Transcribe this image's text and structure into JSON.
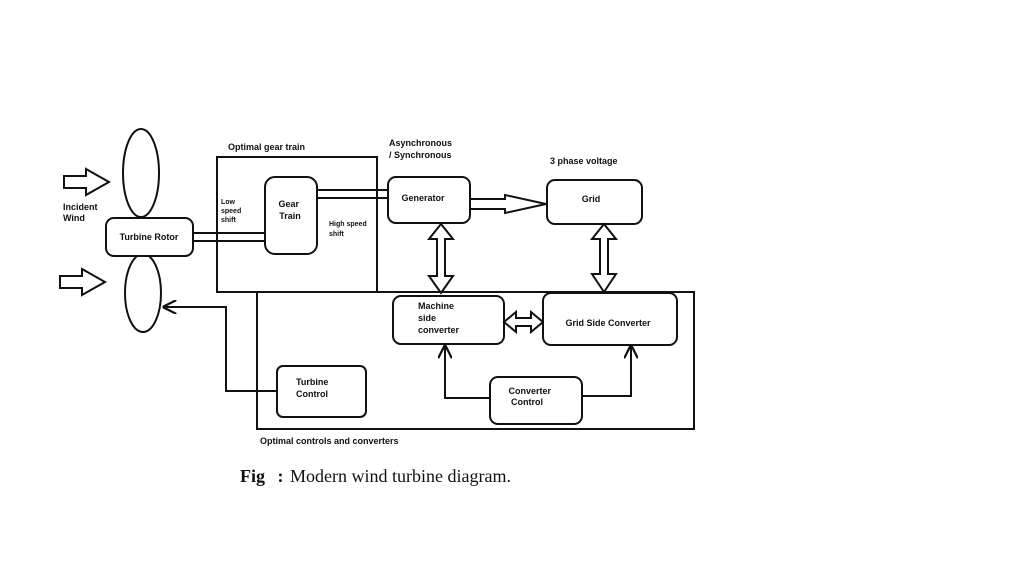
{
  "diagram": {
    "regions": {
      "gear_train": "Optimal gear train",
      "controls": "Optimal controls and converters"
    },
    "labels": {
      "incident_wind_line1": "Incident",
      "incident_wind_line2": "Wind",
      "low_speed_line1": "Low",
      "low_speed_line2": "speed",
      "low_speed_line3": "shift",
      "high_speed_line1": "High speed",
      "high_speed_line2": "shift",
      "generator_type_line1": "Asynchronous",
      "generator_type_line2": "/ Synchronous",
      "grid_voltage": "3 phase voltage"
    },
    "blocks": {
      "turbine_rotor": "Turbine Rotor",
      "gear_train_line1": "Gear",
      "gear_train_line2": "Train",
      "generator": "Generator",
      "grid": "Grid",
      "machine_side_line1": "Machine",
      "machine_side_line2": "side",
      "machine_side_line3": "converter",
      "grid_side_converter": "Grid Side Converter",
      "turbine_control_line1": "Turbine",
      "turbine_control_line2": "Control",
      "converter_control_line1": "Converter",
      "converter_control_line2": "Control"
    }
  },
  "caption": {
    "prefix": "Fig",
    "separator": ":",
    "text": "Modern wind turbine diagram."
  }
}
